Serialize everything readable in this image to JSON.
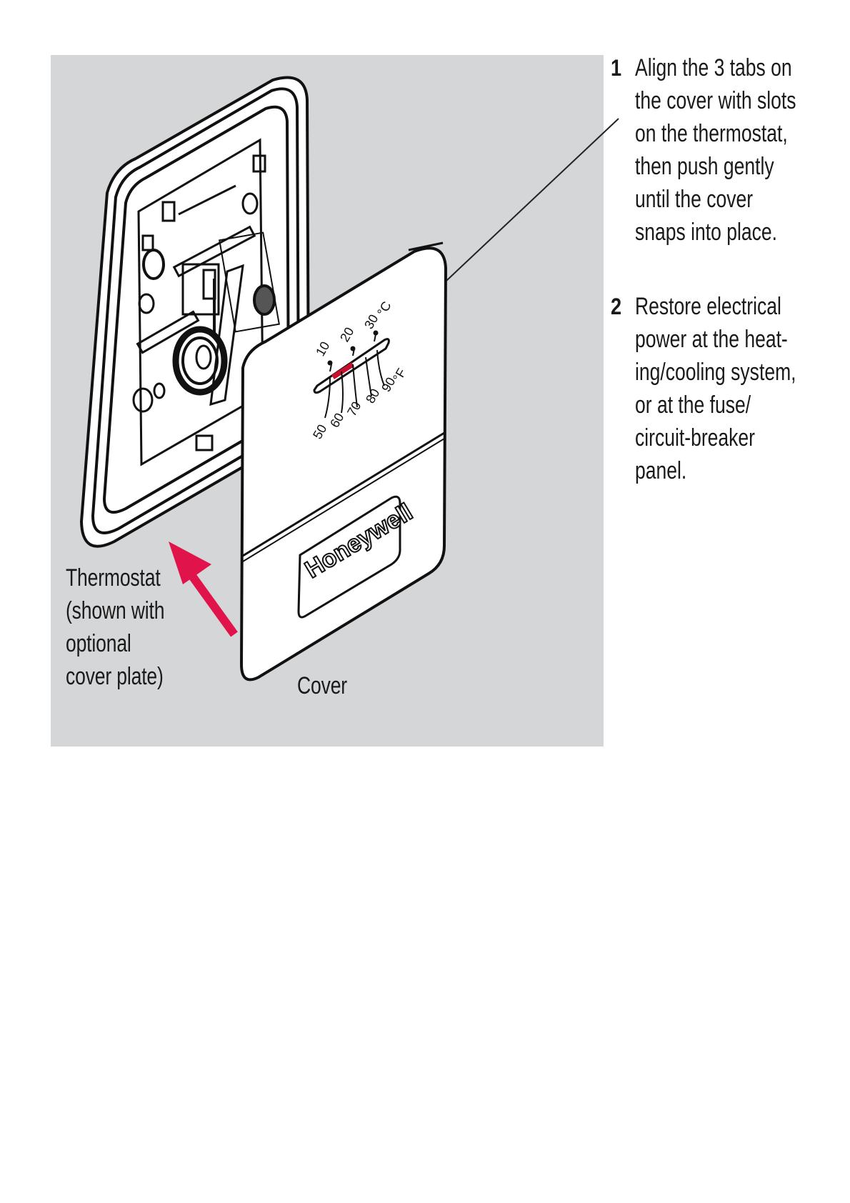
{
  "figure": {
    "brand_logo": "Honeywell",
    "dial": {
      "celsius_unit": "°C",
      "fahrenheit_unit": "°F",
      "celsius_ticks": [
        "10",
        "20",
        "30"
      ],
      "fahrenheit_ticks": [
        "50",
        "60",
        "70",
        "80",
        "90"
      ]
    },
    "label_thermostat": "Thermostat\n(shown with\noptional\ncover plate)",
    "label_cover": "Cover",
    "colors": {
      "panel_background": "#d5d6d7",
      "arrow": "#e0134a",
      "setpoint_marker": "#c8102e"
    }
  },
  "steps": [
    {
      "number": "1",
      "text": "Align the 3 tabs on\nthe cover with slots\non the thermostat,\nthen push gently\nuntil the cover\nsnaps into place."
    },
    {
      "number": "2",
      "text": "Restore electrical\npower at the heat-\ning/cooling system,\nor at the fuse/\ncircuit-breaker\npanel."
    }
  ]
}
